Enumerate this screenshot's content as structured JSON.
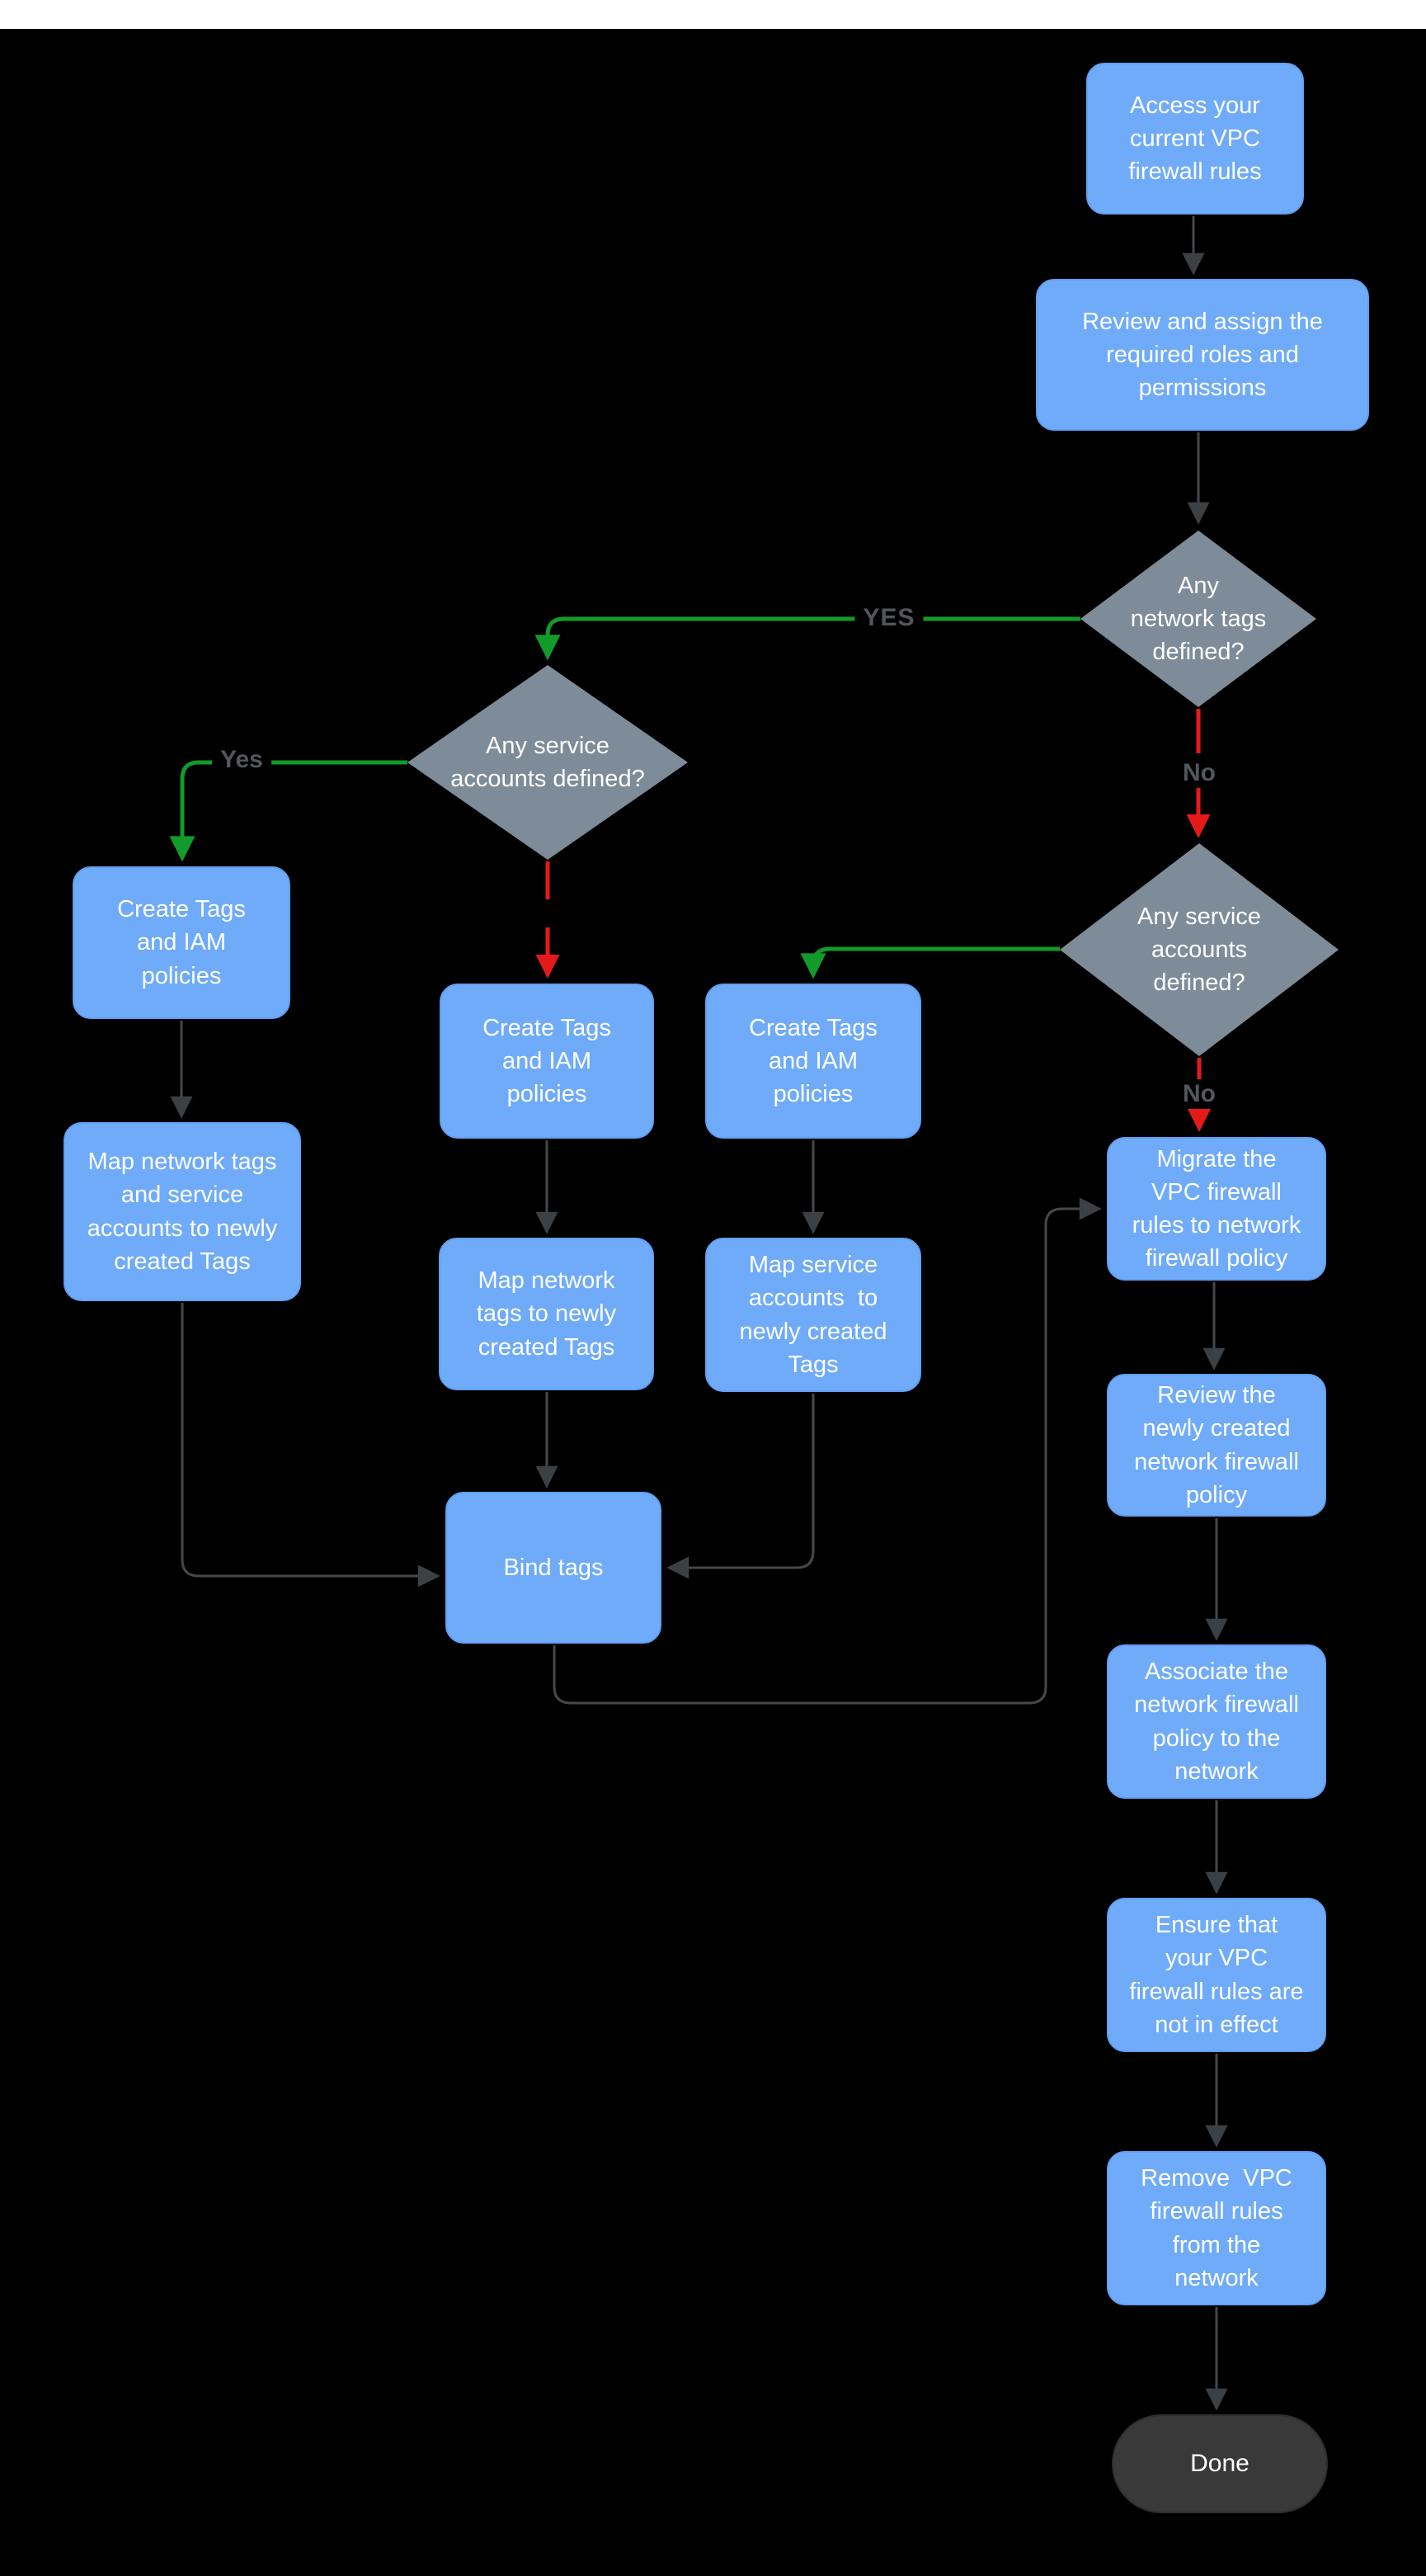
{
  "colors": {
    "background": "#000000",
    "top_bar": "#ffffff",
    "process_fill": "#6FABF8",
    "decision_fill": "#7E8B99",
    "terminal_fill": "#393939",
    "node_text": "#ffffff",
    "edge_gray": "#44484B",
    "edge_green": "#129B28",
    "edge_red": "#E41A1A",
    "edge_label_text": "#53575A"
  },
  "nodes": {
    "access": {
      "type": "process",
      "label": "Access your\ncurrent VPC\nfirewall rules"
    },
    "review_roles": {
      "type": "process",
      "label": "Review and assign the\nrequired roles and\npermissions"
    },
    "dec_network_tags": {
      "type": "decision",
      "label": "Any\nnetwork tags\ndefined?"
    },
    "dec_service_left": {
      "type": "decision",
      "label": "Any service\naccounts defined?"
    },
    "dec_service_right": {
      "type": "decision",
      "label": "Any service\naccounts\ndefined?"
    },
    "create_tags_left": {
      "type": "process",
      "label": "Create Tags\nand IAM\npolicies"
    },
    "create_tags_mid": {
      "type": "process",
      "label": "Create Tags\nand IAM\npolicies"
    },
    "create_tags_right": {
      "type": "process",
      "label": "Create Tags\nand IAM\npolicies"
    },
    "map_left": {
      "type": "process",
      "label": "Map network tags\nand service\naccounts to newly\ncreated Tags"
    },
    "map_mid": {
      "type": "process",
      "label": "Map network\ntags to newly\ncreated Tags"
    },
    "map_right": {
      "type": "process",
      "label": "Map service\naccounts  to\nnewly created\nTags"
    },
    "bind_tags": {
      "type": "process",
      "label": "Bind tags"
    },
    "migrate": {
      "type": "process",
      "label": "Migrate the\nVPC firewall\nrules to network\nfirewall policy"
    },
    "review_policy": {
      "type": "process",
      "label": "Review the\nnewly created\nnetwork firewall\npolicy"
    },
    "associate": {
      "type": "process",
      "label": "Associate the\nnetwork firewall\npolicy to the\nnetwork"
    },
    "ensure": {
      "type": "process",
      "label": "Ensure that\nyour VPC\nfirewall rules are\nnot in effect"
    },
    "remove": {
      "type": "process",
      "label": "Remove  VPC\nfirewall rules\nfrom the\nnetwork"
    },
    "done": {
      "type": "terminal",
      "label": "Done"
    }
  },
  "edge_labels": {
    "yes_upper": "YES",
    "yes_left": "Yes",
    "no_right": "No",
    "no_lower": "No"
  },
  "edges": [
    {
      "from": "access",
      "to": "review_roles",
      "color": "gray"
    },
    {
      "from": "review_roles",
      "to": "dec_network_tags",
      "color": "gray"
    },
    {
      "from": "dec_network_tags",
      "to": "dec_service_left",
      "label": "YES",
      "color": "green"
    },
    {
      "from": "dec_network_tags",
      "to": "dec_service_right",
      "label": "No",
      "color": "red"
    },
    {
      "from": "dec_service_left",
      "to": "create_tags_left",
      "label": "Yes",
      "color": "green"
    },
    {
      "from": "dec_service_left",
      "to": "create_tags_mid",
      "color": "red"
    },
    {
      "from": "dec_service_right",
      "to": "create_tags_right",
      "color": "green"
    },
    {
      "from": "dec_service_right",
      "to": "migrate",
      "label": "No",
      "color": "red"
    },
    {
      "from": "create_tags_left",
      "to": "map_left",
      "color": "gray"
    },
    {
      "from": "create_tags_mid",
      "to": "map_mid",
      "color": "gray"
    },
    {
      "from": "create_tags_right",
      "to": "map_right",
      "color": "gray"
    },
    {
      "from": "map_left",
      "to": "bind_tags",
      "color": "gray"
    },
    {
      "from": "map_mid",
      "to": "bind_tags",
      "color": "gray"
    },
    {
      "from": "map_right",
      "to": "bind_tags",
      "color": "gray"
    },
    {
      "from": "bind_tags",
      "to": "migrate",
      "color": "gray"
    },
    {
      "from": "migrate",
      "to": "review_policy",
      "color": "gray"
    },
    {
      "from": "review_policy",
      "to": "associate",
      "color": "gray"
    },
    {
      "from": "associate",
      "to": "ensure",
      "color": "gray"
    },
    {
      "from": "ensure",
      "to": "remove",
      "color": "gray"
    },
    {
      "from": "remove",
      "to": "done",
      "color": "gray"
    }
  ]
}
